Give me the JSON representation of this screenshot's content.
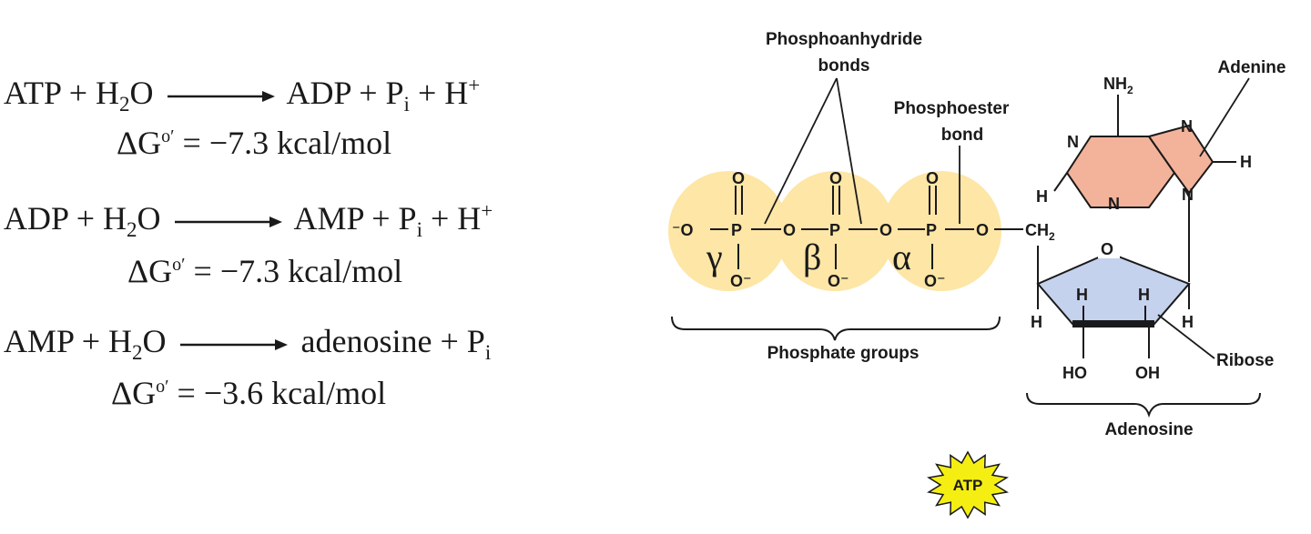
{
  "equations": [
    {
      "reactant": "ATP",
      "plus1": "+",
      "water": "H",
      "water_sub": "2",
      "water_tail": "O",
      "product": "ADP",
      "plus2": "+",
      "pi": "P",
      "pi_sub": "i",
      "plus3": "+",
      "h": "H",
      "h_sup": "+",
      "dg_symbol": "ΔG",
      "dg_sup": "o′",
      "dg_value": "= −7.3 kcal/mol"
    },
    {
      "reactant": "ADP",
      "plus1": "+",
      "water": "H",
      "water_sub": "2",
      "water_tail": "O",
      "product": "AMP",
      "plus2": "+",
      "pi": "P",
      "pi_sub": "i",
      "plus3": "+",
      "h": "H",
      "h_sup": "+",
      "dg_symbol": "ΔG",
      "dg_sup": "o′",
      "dg_value": "= −7.3 kcal/mol"
    },
    {
      "reactant": "AMP",
      "plus1": "+",
      "water": "H",
      "water_sub": "2",
      "water_tail": "O",
      "product": "adenosine",
      "plus2": "+",
      "pi": "P",
      "pi_sub": "i",
      "dg_symbol": "ΔG",
      "dg_sup": "o′",
      "dg_value": "= −3.6 kcal/mol"
    }
  ],
  "diagram": {
    "labels": {
      "phosphoanhydride_1": "Phosphoanhydride",
      "phosphoanhydride_2": "bonds",
      "phosphoester_1": "Phosphoester",
      "phosphoester_2": "bond",
      "adenine": "Adenine",
      "ribose": "Ribose",
      "phosphate_groups": "Phosphate groups",
      "adenosine": "Adenosine",
      "atp_badge": "ATP"
    },
    "greek": {
      "gamma": "γ",
      "beta": "β",
      "alpha": "α"
    },
    "atoms": {
      "o_minus_left": "⁻O",
      "p": "P",
      "o": "O",
      "o_minus": "O⁻",
      "ch2": "CH",
      "ch2_sub": "2",
      "n": "N",
      "nh2": "NH",
      "nh2_sub": "2",
      "h": "H",
      "ho": "HO",
      "oh": "OH"
    },
    "colors": {
      "phosphate_fill": "#fde6a6",
      "adenine_fill": "#f3b39a",
      "ribose_fill": "#c5d2ee",
      "badge_fill": "#f5ee12"
    }
  }
}
